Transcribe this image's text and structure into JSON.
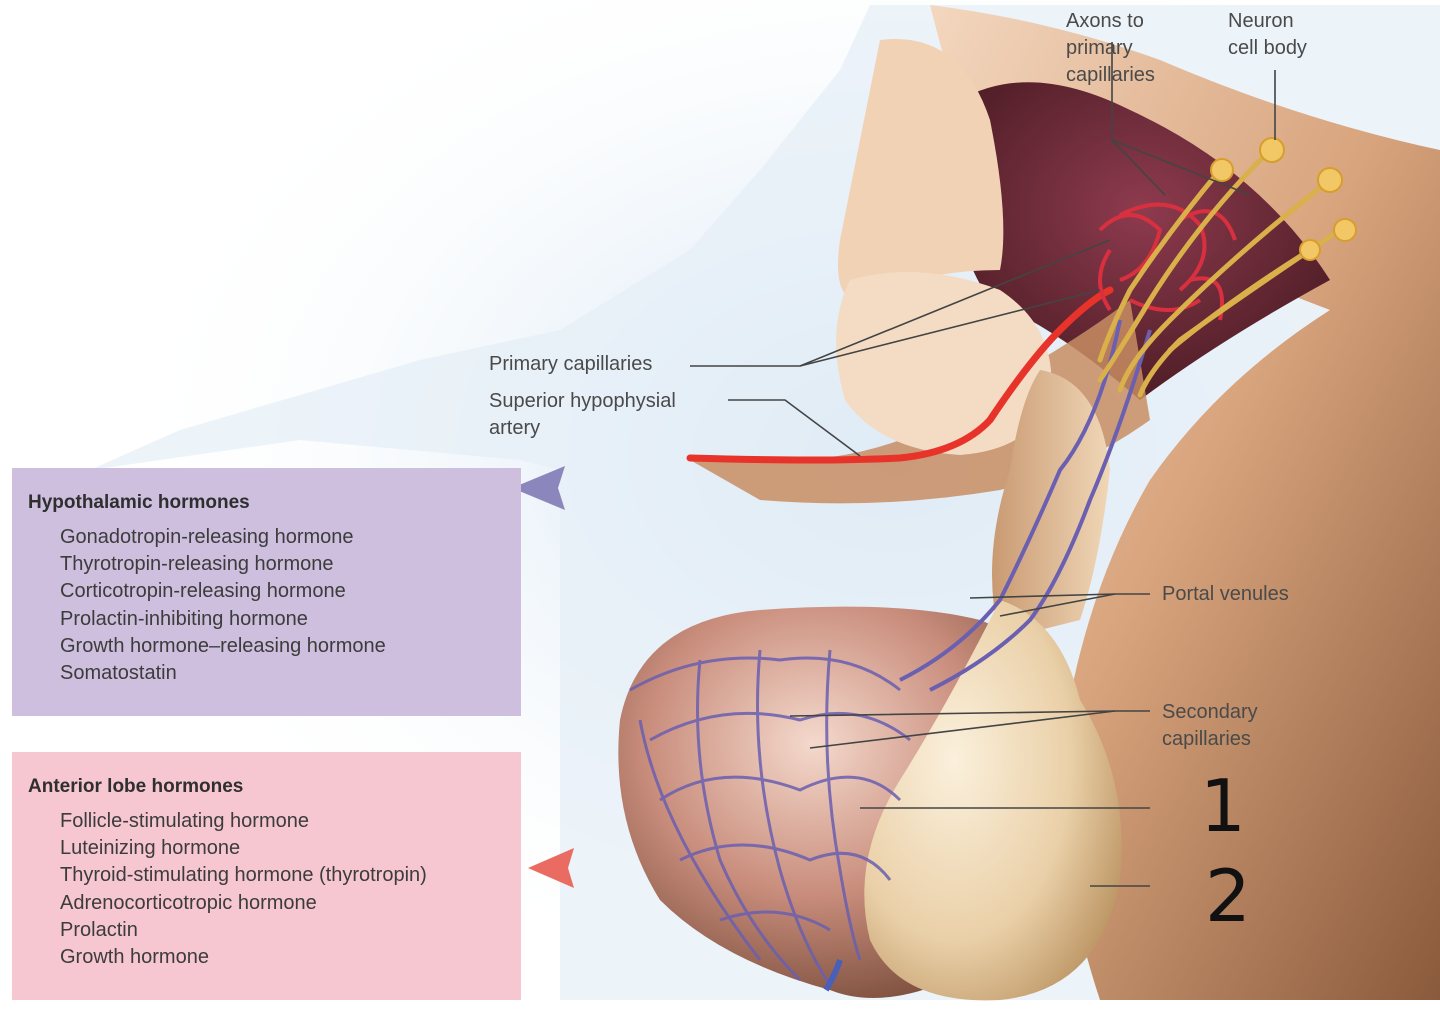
{
  "labels": {
    "axons": "Axons to\nprimary\ncapillaries",
    "neuron": "Neuron\ncell body",
    "primary_capillaries": "Primary capillaries",
    "superior_artery": "Superior hypophysial\nartery",
    "portal_venules": "Portal venules",
    "secondary_capillaries": "Secondary\ncapillaries"
  },
  "handwritten": {
    "one": "1",
    "two": "2"
  },
  "hypothalamic": {
    "title": "Hypothalamic hormones",
    "items": [
      "Gonadotropin-releasing hormone",
      "Thyrotropin-releasing hormone",
      "Corticotropin-releasing hormone",
      "Prolactin-inhibiting hormone",
      "Growth hormone–releasing hormone",
      "Somatostatin"
    ]
  },
  "anterior": {
    "title": "Anterior lobe hormones",
    "items": [
      "Follicle-stimulating hormone",
      "Luteinizing hormone",
      "Thyroid-stimulating hormone (thyrotropin)",
      "Adrenocorticotropic hormone",
      "Prolactin",
      "Growth hormone"
    ]
  },
  "colors": {
    "hypothalamic_box": "#cdbfdd",
    "anterior_box": "#f6c6d1",
    "artery": "#e8332a",
    "vein": "#6a5fb0",
    "axon": "#d9b04a",
    "anterior_lobe": "#b9877a",
    "posterior_lobe": "#efd9b8"
  }
}
